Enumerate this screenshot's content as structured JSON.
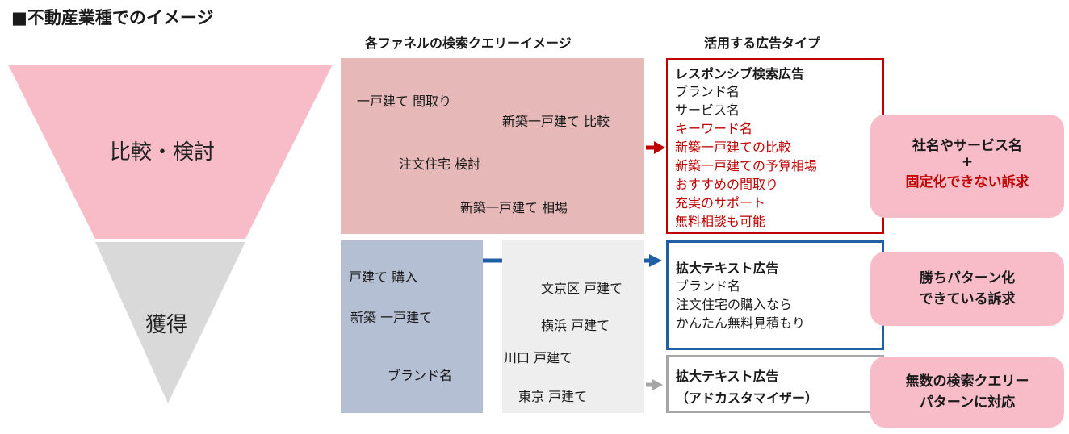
{
  "page_title": "■不動産業種でのイメージ",
  "headers": {
    "queries": "各ファネルの検索クエリーイメージ",
    "ad_types": "活用する広告タイプ"
  },
  "funnel": {
    "stage1": "比較・検討",
    "stage2": "獲得"
  },
  "queries": {
    "consider": [
      "一戸建て 間取り",
      "新築一戸建て 比較",
      "注文住宅 検討",
      "新築一戸建て 相場"
    ],
    "acquire_left": [
      "戸建て 購入",
      "新築 一戸建て",
      "ブランド名"
    ],
    "acquire_right": [
      "文京区 戸建て",
      "横浜 戸建て",
      "川口 戸建て",
      "東京 戸建て"
    ]
  },
  "ad1": {
    "title": "レスポンシブ検索広告",
    "lines_black": [
      "ブランド名",
      "サービス名"
    ],
    "lines_red": [
      "キーワード名",
      "新築一戸建ての比較",
      "新築一戸建ての予算相場",
      "おすすめの間取り",
      "充実のサポート",
      "無料相談も可能"
    ]
  },
  "ad2": {
    "title": "拡大テキスト広告",
    "lines": [
      "ブランド名",
      "注文住宅の購入なら",
      "かんたん無料見積もり"
    ]
  },
  "ad3": {
    "title": "拡大テキスト広告",
    "subtitle": "（アドカスタマイザー）"
  },
  "callouts": {
    "c1": {
      "line1": "社名やサービス名",
      "line2": "+",
      "line3": "固定化できない訴求"
    },
    "c2": {
      "line1": "勝ちパターン化",
      "line2": "できている訴求"
    },
    "c3": {
      "line1": "無数の検索クエリー",
      "line2": "パターンに対応"
    }
  },
  "colors": {
    "pink_funnel": "#f7bcc8",
    "gray_funnel": "#d9d9d9",
    "pink_panel": "#e6b8b8",
    "blue_panel": "#b5bfd3",
    "gray_panel": "#eeeeee",
    "red_border": "#c00000",
    "blue_border": "#1f5fa6",
    "gray_border": "#a6a6a6",
    "callout": "#f7bcc8"
  }
}
